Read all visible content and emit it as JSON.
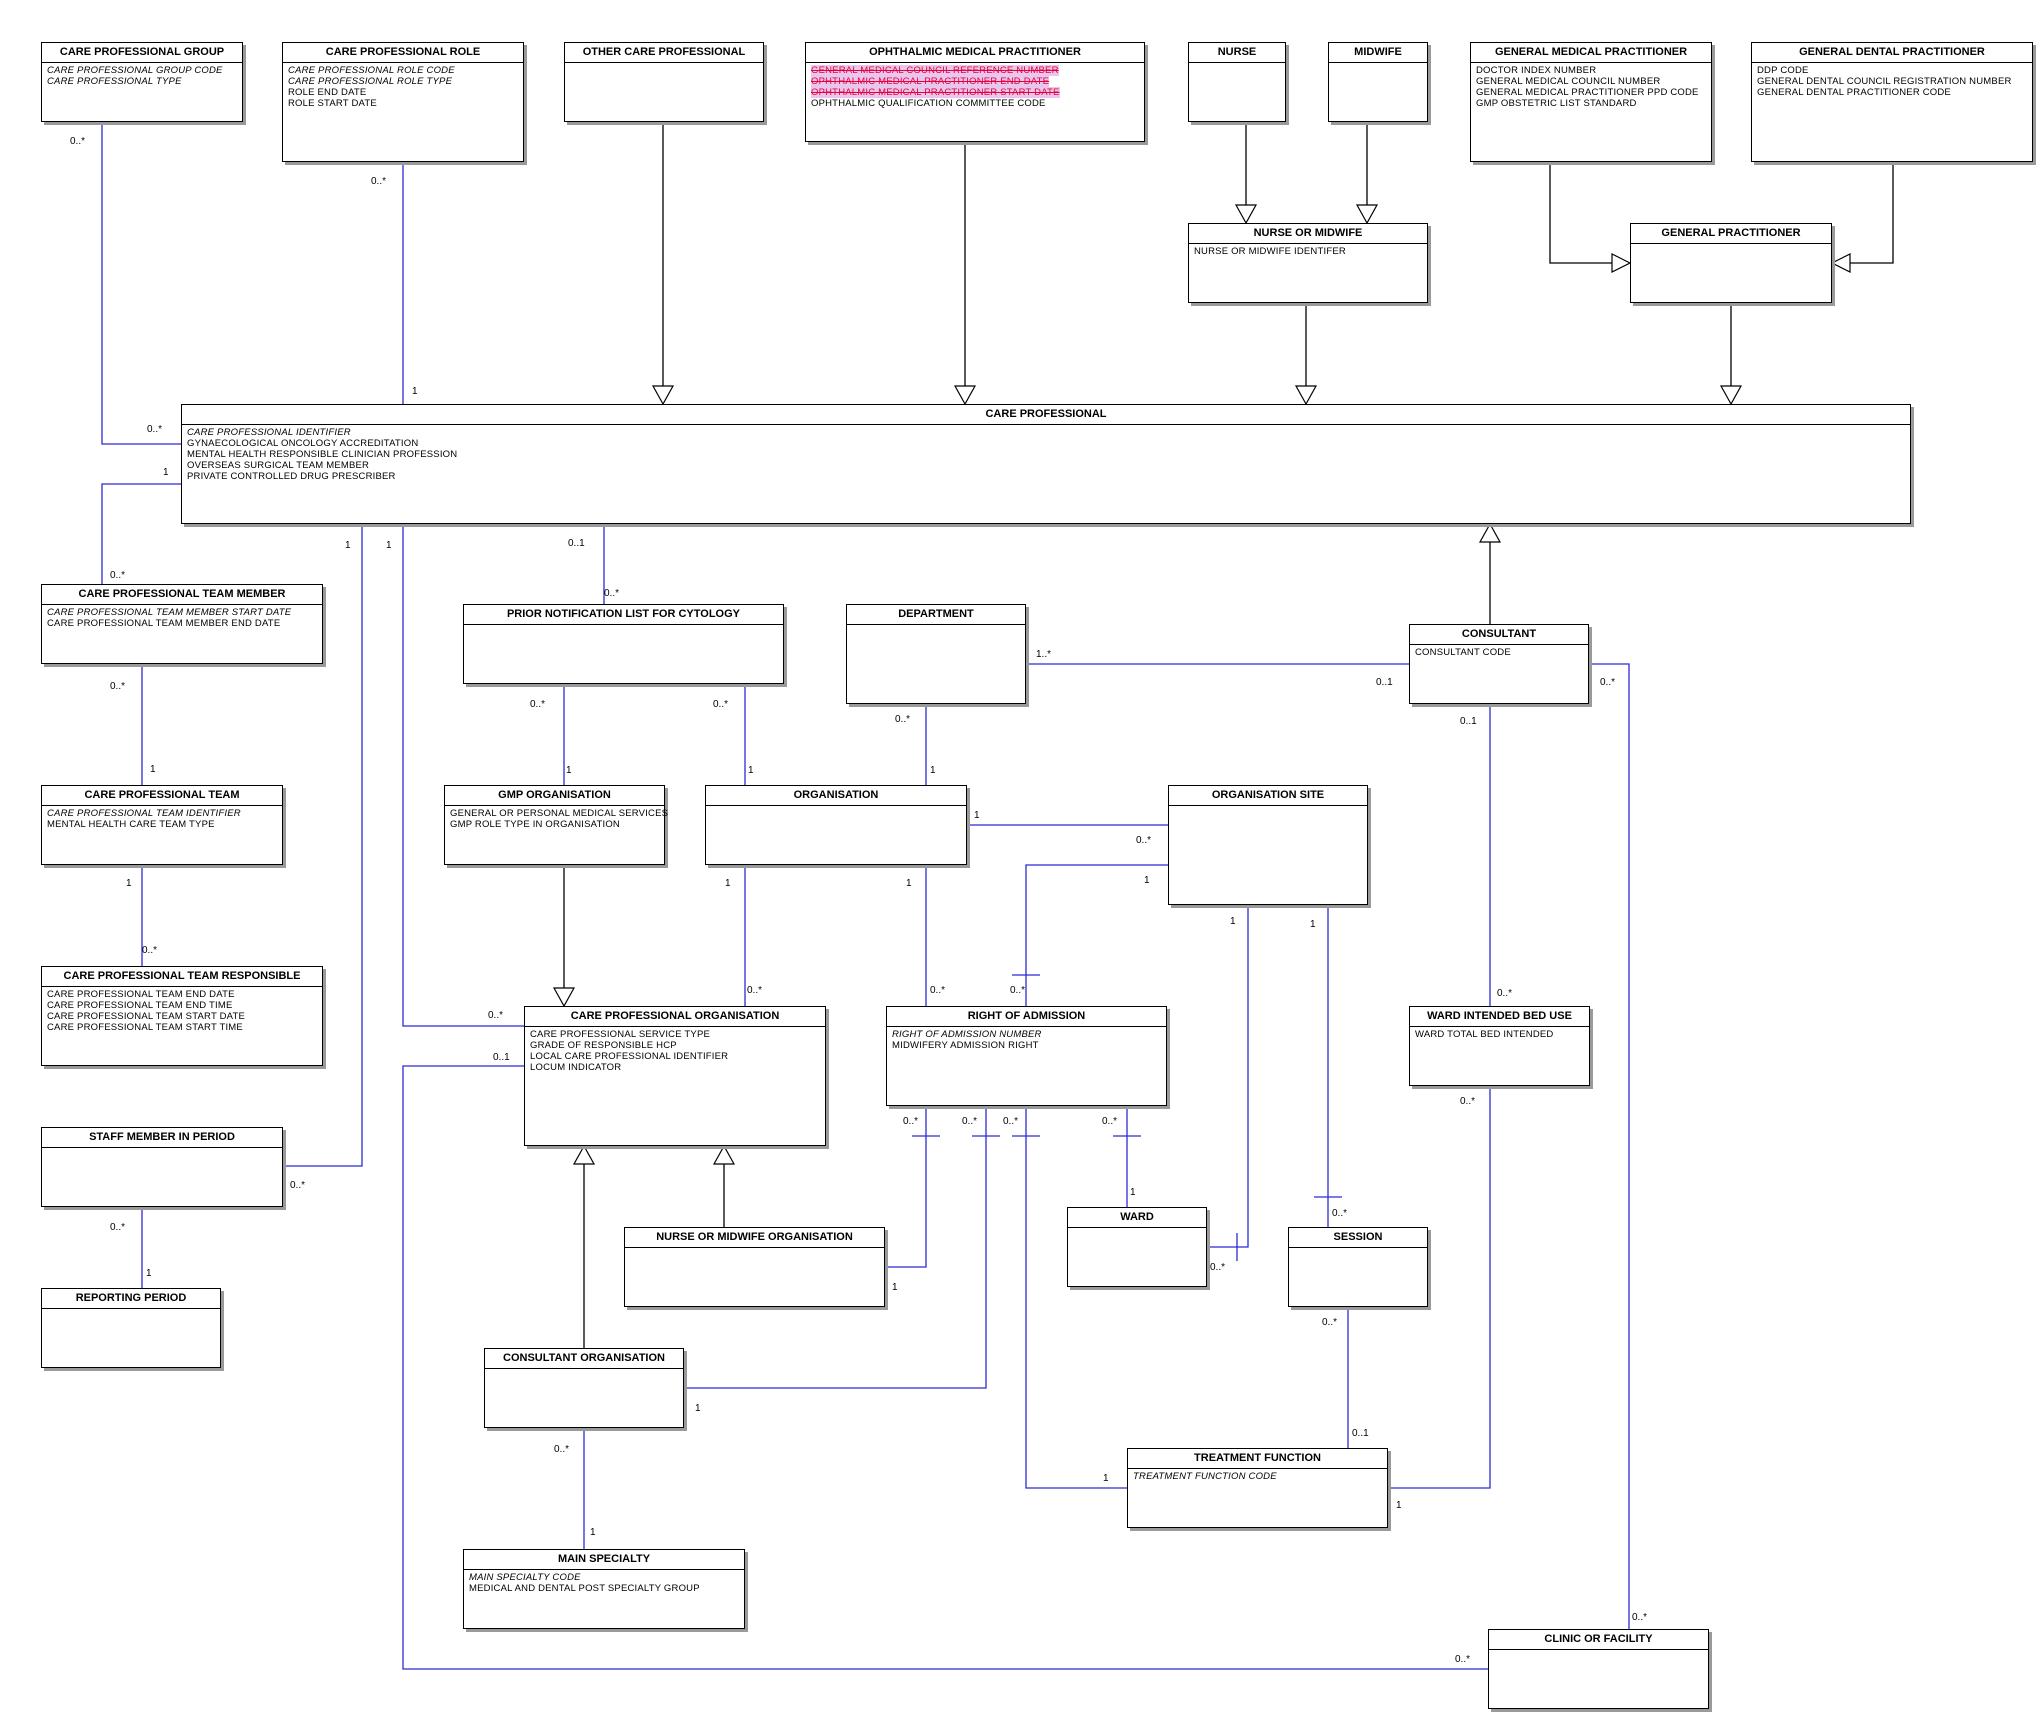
{
  "colors": {
    "association": "#2b2bd6",
    "generalization": "#000000",
    "retired_text": "#e8003b",
    "retired_bg": "#e8c6ee"
  },
  "entities": {
    "care_professional_group": {
      "title": "CARE PROFESSIONAL GROUP",
      "attributes": [
        {
          "text": "CARE PROFESSIONAL GROUP CODE",
          "key": true
        },
        {
          "text": "CARE PROFESSIONAL TYPE",
          "key": true
        }
      ]
    },
    "care_professional_role": {
      "title": "CARE PROFESSIONAL ROLE",
      "attributes": [
        {
          "text": "CARE PROFESSIONAL ROLE CODE",
          "key": true
        },
        {
          "text": "CARE PROFESSIONAL ROLE TYPE",
          "key": true
        },
        {
          "text": "ROLE END DATE"
        },
        {
          "text": "ROLE START DATE"
        }
      ]
    },
    "other_care_professional": {
      "title": "OTHER CARE PROFESSIONAL",
      "attributes": []
    },
    "ophthalmic_medical_practitioner": {
      "title": "OPHTHALMIC MEDICAL PRACTITIONER",
      "attributes": [
        {
          "text": "GENERAL MEDICAL COUNCIL REFERENCE NUMBER",
          "retired": true
        },
        {
          "text": "OPHTHALMIC MEDICAL PRACTITIONER END DATE",
          "retired": true
        },
        {
          "text": "OPHTHALMIC MEDICAL PRACTITIONER START DATE",
          "retired": true
        },
        {
          "text": "OPHTHALMIC QUALIFICATION COMMITTEE CODE"
        }
      ]
    },
    "nurse": {
      "title": "NURSE",
      "attributes": []
    },
    "midwife": {
      "title": "MIDWIFE",
      "attributes": []
    },
    "general_medical_practitioner": {
      "title": "GENERAL MEDICAL PRACTITIONER",
      "attributes": [
        {
          "text": "DOCTOR INDEX NUMBER"
        },
        {
          "text": "GENERAL MEDICAL COUNCIL NUMBER"
        },
        {
          "text": "GENERAL MEDICAL PRACTITIONER PPD CODE"
        },
        {
          "text": "GMP OBSTETRIC LIST STANDARD"
        }
      ]
    },
    "general_dental_practitioner": {
      "title": "GENERAL DENTAL PRACTITIONER",
      "attributes": [
        {
          "text": "DDP CODE"
        },
        {
          "text": "GENERAL DENTAL COUNCIL REGISTRATION NUMBER"
        },
        {
          "text": "GENERAL DENTAL PRACTITIONER CODE"
        }
      ]
    },
    "nurse_or_midwife": {
      "title": "NURSE OR MIDWIFE",
      "attributes": [
        {
          "text": "NURSE OR MIDWIFE IDENTIFER"
        }
      ]
    },
    "general_practitioner": {
      "title": "GENERAL PRACTITIONER",
      "attributes": []
    },
    "care_professional": {
      "title": "CARE PROFESSIONAL",
      "attributes": [
        {
          "text": "CARE PROFESSIONAL IDENTIFIER",
          "key": true
        },
        {
          "text": "GYNAECOLOGICAL ONCOLOGY ACCREDITATION"
        },
        {
          "text": "MENTAL HEALTH RESPONSIBLE CLINICIAN PROFESSION"
        },
        {
          "text": "OVERSEAS SURGICAL TEAM MEMBER"
        },
        {
          "text": "PRIVATE CONTROLLED DRUG PRESCRIBER"
        }
      ]
    },
    "care_professional_team_member": {
      "title": "CARE PROFESSIONAL TEAM MEMBER",
      "attributes": [
        {
          "text": "CARE PROFESSIONAL TEAM MEMBER START DATE",
          "key": true
        },
        {
          "text": "CARE PROFESSIONAL TEAM MEMBER END DATE"
        }
      ]
    },
    "prior_notification_list_for_cytology": {
      "title": "PRIOR NOTIFICATION LIST FOR CYTOLOGY",
      "attributes": []
    },
    "department": {
      "title": "DEPARTMENT",
      "attributes": []
    },
    "consultant": {
      "title": "CONSULTANT",
      "attributes": [
        {
          "text": "CONSULTANT CODE"
        }
      ]
    },
    "care_professional_team": {
      "title": "CARE PROFESSIONAL TEAM",
      "attributes": [
        {
          "text": "CARE PROFESSIONAL TEAM IDENTIFIER",
          "key": true
        },
        {
          "text": "MENTAL HEALTH CARE TEAM TYPE"
        }
      ]
    },
    "gmp_organisation": {
      "title": "GMP ORGANISATION",
      "attributes": [
        {
          "text": "GENERAL OR PERSONAL MEDICAL SERVICES"
        },
        {
          "text": "GMP ROLE TYPE IN ORGANISATION"
        }
      ]
    },
    "organisation": {
      "title": "ORGANISATION",
      "attributes": []
    },
    "organisation_site": {
      "title": "ORGANISATION SITE",
      "attributes": []
    },
    "care_professional_team_responsible": {
      "title": "CARE PROFESSIONAL TEAM RESPONSIBLE",
      "attributes": [
        {
          "text": "CARE PROFESSIONAL TEAM END DATE"
        },
        {
          "text": "CARE PROFESSIONAL TEAM END TIME"
        },
        {
          "text": "CARE PROFESSIONAL TEAM START DATE"
        },
        {
          "text": "CARE PROFESSIONAL TEAM START TIME"
        }
      ]
    },
    "care_professional_organisation": {
      "title": "CARE PROFESSIONAL ORGANISATION",
      "attributes": [
        {
          "text": "CARE PROFESSIONAL SERVICE TYPE"
        },
        {
          "text": "GRADE OF RESPONSIBLE HCP"
        },
        {
          "text": "LOCAL CARE PROFESSIONAL IDENTIFIER"
        },
        {
          "text": "LOCUM INDICATOR"
        }
      ]
    },
    "right_of_admission": {
      "title": "RIGHT OF ADMISSION",
      "attributes": [
        {
          "text": "RIGHT OF ADMISSION NUMBER",
          "key": true
        },
        {
          "text": "MIDWIFERY ADMISSION RIGHT"
        }
      ]
    },
    "ward_intended_bed_use": {
      "title": "WARD INTENDED BED USE",
      "attributes": [
        {
          "text": "WARD TOTAL BED INTENDED"
        }
      ]
    },
    "staff_member_in_period": {
      "title": "STAFF MEMBER IN PERIOD",
      "attributes": []
    },
    "ward": {
      "title": "WARD",
      "attributes": []
    },
    "session": {
      "title": "SESSION",
      "attributes": []
    },
    "nurse_or_midwife_organisation": {
      "title": "NURSE OR MIDWIFE ORGANISATION",
      "attributes": []
    },
    "reporting_period": {
      "title": "REPORTING PERIOD",
      "attributes": []
    },
    "consultant_organisation": {
      "title": "CONSULTANT ORGANISATION",
      "attributes": []
    },
    "treatment_function": {
      "title": "TREATMENT FUNCTION",
      "attributes": [
        {
          "text": "TREATMENT FUNCTION CODE",
          "key": true
        }
      ]
    },
    "main_specialty": {
      "title": "MAIN SPECIALTY",
      "attributes": [
        {
          "text": "MAIN SPECIALTY CODE",
          "key": true
        },
        {
          "text": "MEDICAL AND DENTAL POST SPECIALTY GROUP"
        }
      ]
    },
    "clinic_or_facility": {
      "title": "CLINIC OR FACILITY",
      "attributes": []
    }
  },
  "generalizations": [
    {
      "child": "other_care_professional",
      "parent": "care_professional"
    },
    {
      "child": "ophthalmic_medical_practitioner",
      "parent": "care_professional"
    },
    {
      "child": "nurse",
      "parent": "nurse_or_midwife"
    },
    {
      "child": "midwife",
      "parent": "nurse_or_midwife"
    },
    {
      "child": "nurse_or_midwife",
      "parent": "care_professional"
    },
    {
      "child": "general_medical_practitioner",
      "parent": "general_practitioner"
    },
    {
      "child": "general_dental_practitioner",
      "parent": "general_practitioner"
    },
    {
      "child": "general_practitioner",
      "parent": "care_professional"
    },
    {
      "child": "consultant",
      "parent": "care_professional"
    },
    {
      "child": "gmp_organisation",
      "parent": "care_professional_organisation"
    },
    {
      "child": "nurse_or_midwife_organisation",
      "parent": "care_professional_organisation"
    },
    {
      "child": "consultant_organisation",
      "parent": "care_professional_organisation"
    }
  ],
  "associations": [
    {
      "from": "care_professional_group",
      "to": "care_professional",
      "from_mult": "0..*",
      "to_mult": "0..*"
    },
    {
      "from": "care_professional_role",
      "to": "care_professional",
      "from_mult": "0..*",
      "to_mult": "1"
    },
    {
      "from": "care_professional",
      "to": "care_professional_team_member",
      "from_mult": "1",
      "to_mult": "0..*"
    },
    {
      "from": "care_professional",
      "to": "prior_notification_list_for_cytology",
      "from_mult": "0..1",
      "to_mult": "0..*"
    },
    {
      "from": "care_professional",
      "to": "staff_member_in_period",
      "from_mult": "1",
      "to_mult": "0..*"
    },
    {
      "from": "care_professional",
      "to": "care_professional_organisation",
      "from_mult": "1",
      "to_mult": "0..*"
    },
    {
      "from": "care_professional_team_member",
      "to": "care_professional_team",
      "from_mult": "0..*",
      "to_mult": "1"
    },
    {
      "from": "care_professional_team",
      "to": "care_professional_team_responsible",
      "from_mult": "1",
      "to_mult": "0..*"
    },
    {
      "from": "staff_member_in_period",
      "to": "reporting_period",
      "from_mult": "0..*",
      "to_mult": "1"
    },
    {
      "from": "prior_notification_list_for_cytology",
      "to": "gmp_organisation",
      "from_mult": "0..*",
      "to_mult": "1"
    },
    {
      "from": "prior_notification_list_for_cytology",
      "to": "organisation",
      "from_mult": "0..*",
      "to_mult": "1"
    },
    {
      "from": "department",
      "to": "organisation",
      "from_mult": "0..*",
      "to_mult": "1"
    },
    {
      "from": "department",
      "to": "consultant",
      "from_mult": "1..*",
      "to_mult": "0..1"
    },
    {
      "from": "organisation",
      "to": "organisation_site",
      "from_mult": "1",
      "to_mult": "0..*"
    },
    {
      "from": "organisation",
      "to": "care_professional_organisation",
      "from_mult": "1",
      "to_mult": "0..*"
    },
    {
      "from": "organisation",
      "to": "right_of_admission",
      "from_mult": "1",
      "to_mult": "0..*"
    },
    {
      "from": "organisation_site",
      "to": "right_of_admission",
      "from_mult": "1",
      "to_mult": "0..*"
    },
    {
      "from": "organisation_site",
      "to": "ward",
      "from_mult": "1",
      "to_mult": "0..*"
    },
    {
      "from": "organisation_site",
      "to": "session",
      "from_mult": "1",
      "to_mult": "0..*"
    },
    {
      "from": "consultant",
      "to": "ward_intended_bed_use",
      "from_mult": "0..1",
      "to_mult": "0..*"
    },
    {
      "from": "consultant",
      "to": "clinic_or_facility",
      "from_mult": "0..*",
      "to_mult": "0..*"
    },
    {
      "from": "care_professional_organisation",
      "to": "clinic_or_facility",
      "from_mult": "0..1",
      "to_mult": "0..*"
    },
    {
      "from": "right_of_admission",
      "to": "nurse_or_midwife_organisation",
      "from_mult": "0..*",
      "to_mult": "1"
    },
    {
      "from": "right_of_admission",
      "to": "consultant_organisation",
      "from_mult": "0..*",
      "to_mult": "1"
    },
    {
      "from": "right_of_admission",
      "to": "treatment_function",
      "from_mult": "0..*",
      "to_mult": "1"
    },
    {
      "from": "right_of_admission",
      "to": "ward",
      "from_mult": "0..*",
      "to_mult": "1"
    },
    {
      "from": "session",
      "to": "treatment_function",
      "from_mult": "0..*",
      "to_mult": "0..1"
    },
    {
      "from": "ward_intended_bed_use",
      "to": "treatment_function",
      "from_mult": "0..*",
      "to_mult": "1"
    },
    {
      "from": "consultant_organisation",
      "to": "main_specialty",
      "from_mult": "0..*",
      "to_mult": "1"
    }
  ]
}
